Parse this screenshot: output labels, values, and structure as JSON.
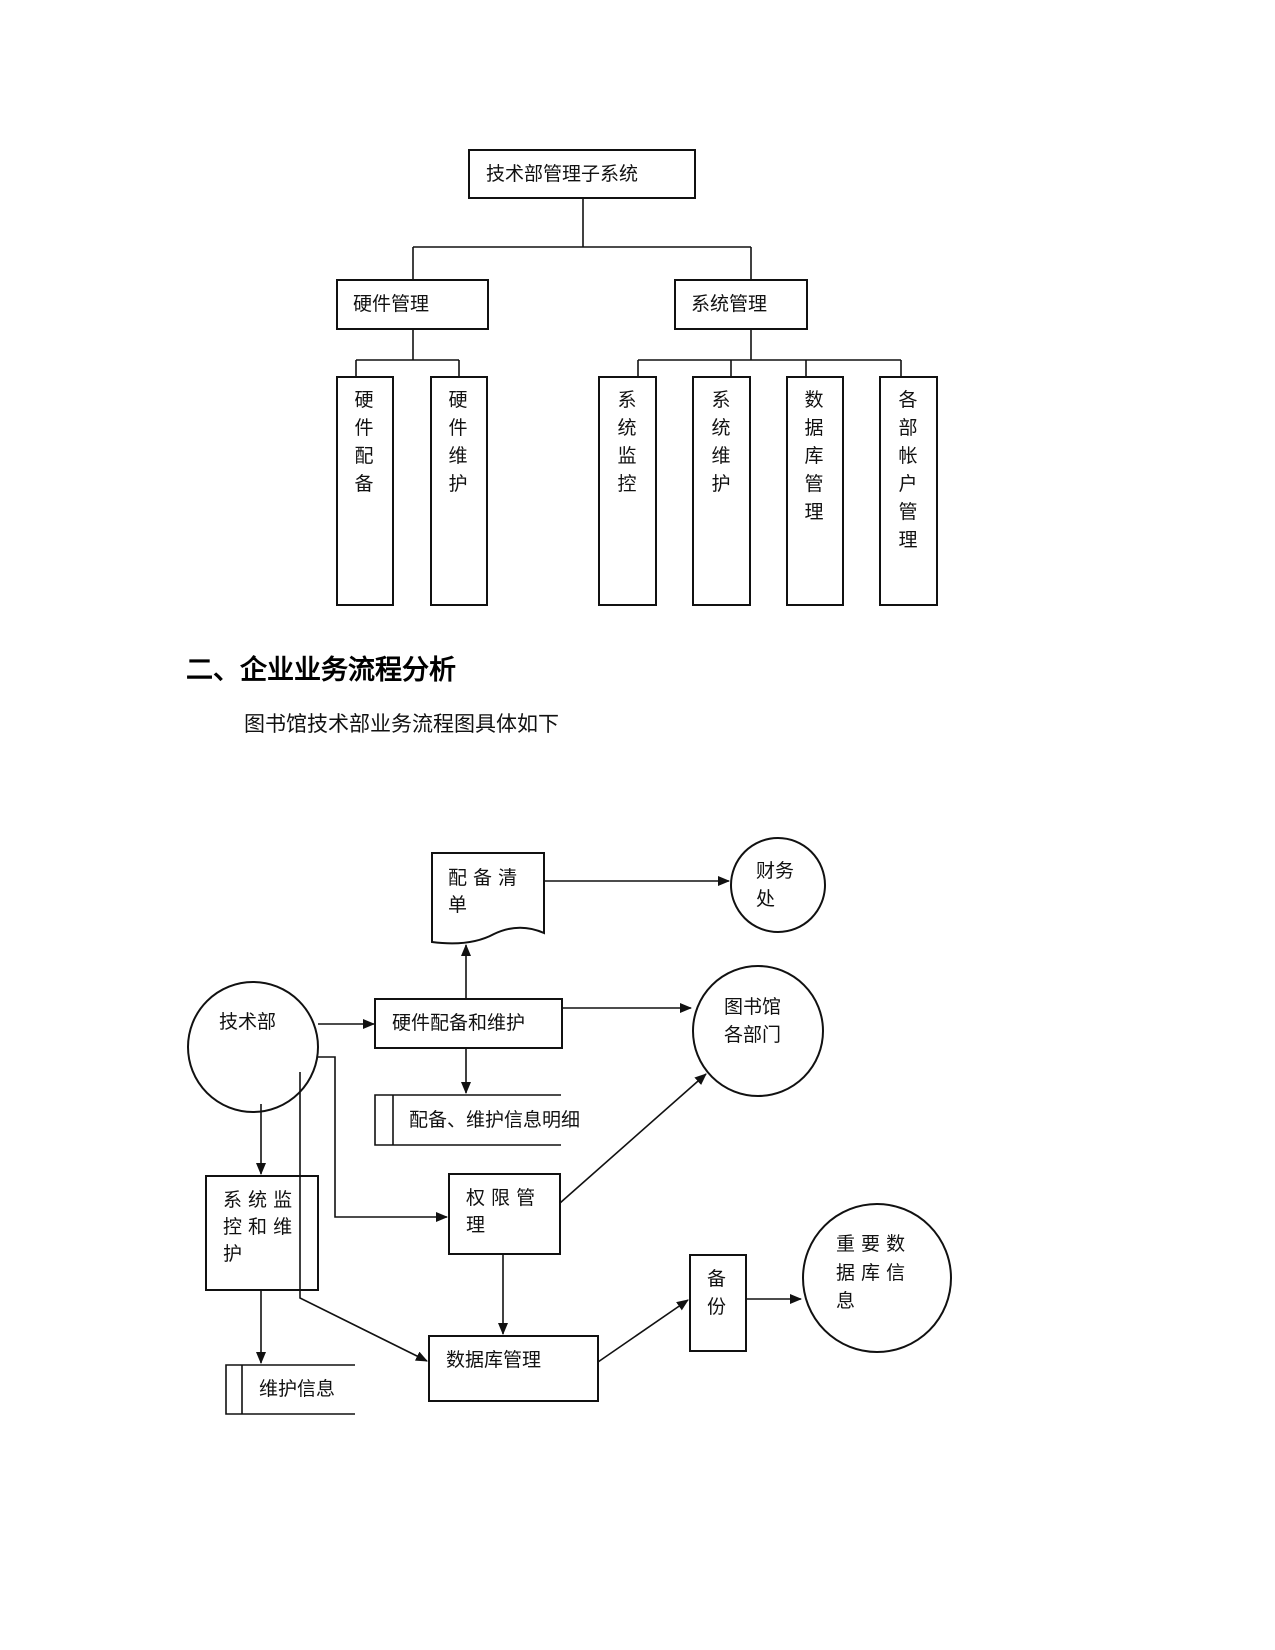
{
  "org_chart": {
    "root": "技术部管理子系统",
    "branches": [
      {
        "label": "硬件管理",
        "children": [
          "硬件配备",
          "硬件维护"
        ]
      },
      {
        "label": "系统管理",
        "children": [
          "系统监控",
          "系统维护",
          "数据库管理",
          "各部帐户管理"
        ]
      }
    ]
  },
  "section": {
    "heading": "二、企业业务流程分析",
    "intro": "图书馆技术部业务流程图具体如下"
  },
  "flowchart": {
    "nodes": {
      "tech_dept": "技术部",
      "equip_list_line1": "配 备 清",
      "equip_list_line2": "单",
      "finance_line1": "财务",
      "finance_line2": "处",
      "hw_equip_maint": "硬件配备和维护",
      "library_depts_line1": "图书馆",
      "library_depts_line2": "各部门",
      "equip_maint_details": "配备、维护信息明细",
      "sys_monitor_line1": "系 统 监",
      "sys_monitor_line2": "控 和 维",
      "sys_monitor_line3": "护",
      "permission_line1": "权 限 管",
      "permission_line2": "理",
      "backup_line1": "备",
      "backup_line2": "份",
      "important_db_line1": "重 要 数",
      "important_db_line2": "据 库 信",
      "important_db_line3": "息",
      "db_management": "数据库管理",
      "maint_info": "维护信息"
    }
  }
}
